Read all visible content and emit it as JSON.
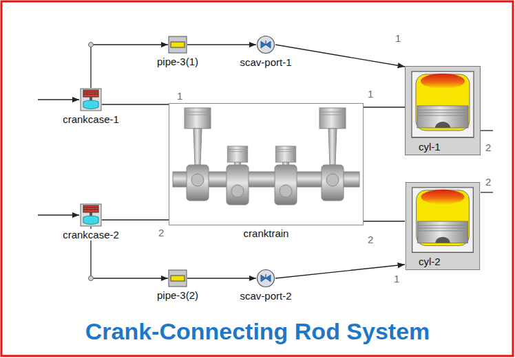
{
  "diagram": {
    "title": "Crank-Connecting Rod System",
    "nodes": [
      {
        "text": [
          "crankcase-1"
        ]
      },
      {
        "text": [
          "pipe-3(1)"
        ]
      },
      {
        "text": [
          "scav-port-1"
        ]
      },
      {
        "text": [
          "cyl-1"
        ]
      },
      {
        "text": [
          "cranktrain"
        ]
      },
      {
        "text": [
          "crankcase-2"
        ]
      },
      {
        "text": [
          "pipe-3(2)"
        ]
      },
      {
        "text": [
          "scav-port-2"
        ]
      },
      {
        "text": [
          "cyl-2"
        ]
      }
    ],
    "edges": [
      {
        "from": 0,
        "to": 1,
        "arrow": "to"
      },
      {
        "from": 1,
        "to": 2,
        "arrow": "to"
      },
      {
        "from": 2,
        "to": 3,
        "arrow": "to"
      },
      {
        "from": 0,
        "to": 4,
        "arrow": "none"
      },
      {
        "from": 4,
        "to": 3,
        "arrow": "none"
      },
      {
        "from": 5,
        "to": 4,
        "arrow": "none"
      },
      {
        "from": 4,
        "to": 8,
        "arrow": "none"
      },
      {
        "from": 5,
        "to": 6,
        "arrow": "to"
      },
      {
        "from": 6,
        "to": 7,
        "arrow": "to"
      },
      {
        "from": 7,
        "to": 8,
        "arrow": "to"
      }
    ],
    "labels": [
      "1",
      "1",
      "1",
      "2",
      "2",
      "2",
      "2",
      "1"
    ]
  }
}
